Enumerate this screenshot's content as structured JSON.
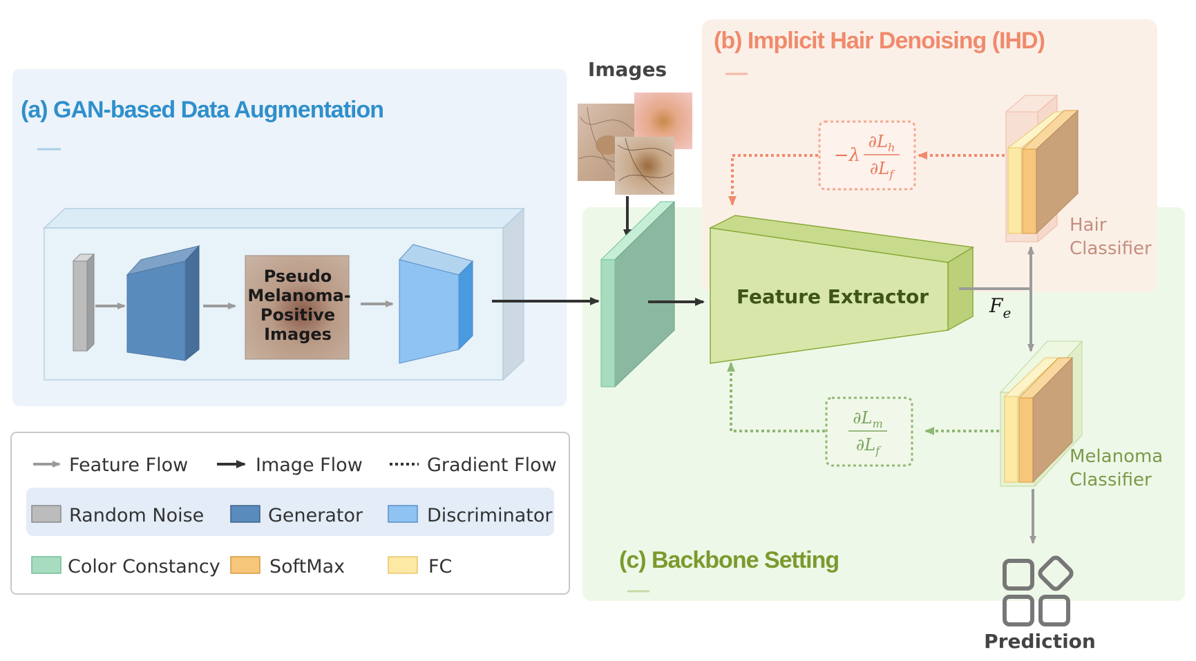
{
  "title_images": "Images",
  "panels": {
    "gan": {
      "title": "(a) GAN-based Data Augmentation",
      "color": "#2f8fcb"
    },
    "ihd": {
      "title": "(b) Implicit Hair Denoising (IHD)",
      "color": "#f08a6c"
    },
    "backbone": {
      "title": "(c) Backbone Setting",
      "color": "#7a9a2e"
    }
  },
  "pseudo_images": [
    "Pseudo",
    "Melanoma-",
    "Positive",
    "Images"
  ],
  "feature_extractor": "Feature Extractor",
  "feature_symbol": {
    "base": "F",
    "sub": "e"
  },
  "hair_classifier": [
    "Hair",
    "Classifier"
  ],
  "melanoma_classifier": [
    "Melanoma",
    "Classifier"
  ],
  "prediction": "Prediction",
  "gradient_hair": {
    "prefix": "−λ",
    "num_d": "∂",
    "num_L": "L",
    "num_sub": "h",
    "den_d": "∂",
    "den_L": "L",
    "den_sub": "f"
  },
  "gradient_melanoma": {
    "num_d": "∂",
    "num_L": "L",
    "num_sub": "m",
    "den_d": "∂",
    "den_L": "L",
    "den_sub": "f"
  },
  "legend": {
    "flows": [
      "Feature Flow",
      "Image Flow",
      "Gradient Flow"
    ],
    "row1": [
      "Random Noise",
      "Generator",
      "Discriminator"
    ],
    "row2": [
      "Color Constancy",
      "SoftMax",
      "FC"
    ]
  },
  "colors": {
    "noise": "#bcbcbc",
    "generator": "#5a8bbd",
    "discriminator": "#8ec3f2",
    "color_constancy": "#a8dcc0",
    "softmax": "#f6c67a",
    "fc": "#fbe9a4",
    "feature_extractor": "#d8e7a9"
  }
}
